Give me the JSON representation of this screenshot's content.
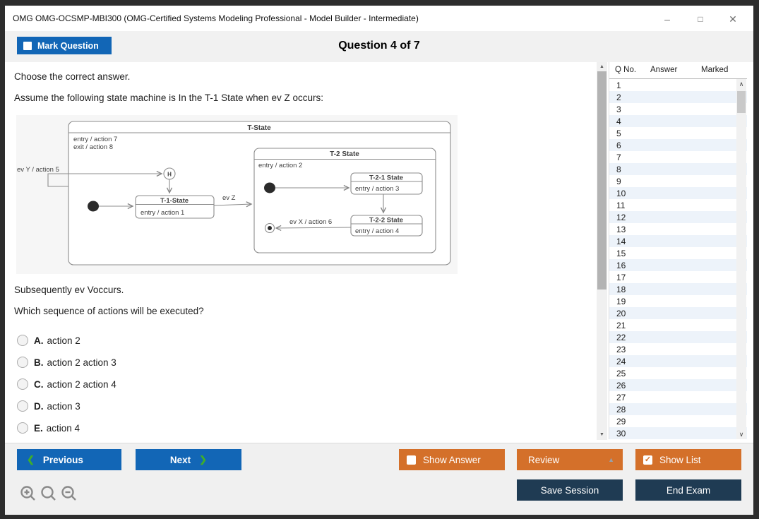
{
  "window": {
    "title": "OMG OMG-OCSMP-MBI300 (OMG-Certified Systems Modeling Professional - Model Builder - Intermediate)"
  },
  "icons": {
    "minimize": "–",
    "maximize": "□",
    "close": "✕",
    "chevron_left": "❮",
    "chevron_right": "❯",
    "dropdown_up": "▲",
    "scroll_up": "▲",
    "scroll_down": "▼",
    "list_up": "∧",
    "list_down": "∨",
    "check": "✓"
  },
  "header": {
    "mark_question": "Mark Question",
    "counter": "Question 4 of 7"
  },
  "question": {
    "instruction": "Choose the correct answer.",
    "stem": "Assume the following state machine is In the T-1 State when ev Z occurs:",
    "followup": "Subsequently ev Voccurs.",
    "prompt": "Which sequence of actions will be executed?",
    "options": [
      {
        "letter": "A.",
        "text": "action 2"
      },
      {
        "letter": "B.",
        "text": "action 2 action 3"
      },
      {
        "letter": "C.",
        "text": "action 2 action 4"
      },
      {
        "letter": "D.",
        "text": "action 3"
      },
      {
        "letter": "E.",
        "text": "action 4"
      }
    ]
  },
  "diagram": {
    "t_state": "T-State",
    "t_entry": "entry / action 7",
    "t_exit": "exit / action 8",
    "ev_y": "ev Y / action 5",
    "history": "H",
    "t1_title": "T-1-State",
    "t1_entry": "entry / action 1",
    "ev_z": "ev Z",
    "t2_title": "T-2 State",
    "t2_entry": "entry / action 2",
    "t21_title": "T-2-1 State",
    "t21_entry": "entry / action 3",
    "t22_title": "T-2-2 State",
    "t22_entry": "entry / action 4",
    "ev_x": "ev X / action 6"
  },
  "sidebar": {
    "columns": [
      "Q No.",
      "Answer",
      "Marked"
    ],
    "questions": [
      "1",
      "2",
      "3",
      "4",
      "5",
      "6",
      "7",
      "8",
      "9",
      "10",
      "11",
      "12",
      "13",
      "14",
      "15",
      "16",
      "17",
      "18",
      "19",
      "20",
      "21",
      "22",
      "23",
      "24",
      "25",
      "26",
      "27",
      "28",
      "29",
      "30"
    ]
  },
  "footer": {
    "previous": "Previous",
    "next": "Next",
    "show_answer": "Show Answer",
    "review": "Review",
    "show_list": "Show List",
    "save_session": "Save Session",
    "end_exam": "End Exam"
  },
  "colors": {
    "blue": "#1266b6",
    "orange": "#d4702a",
    "navy": "#1f3b53",
    "green": "#3fae2a"
  }
}
